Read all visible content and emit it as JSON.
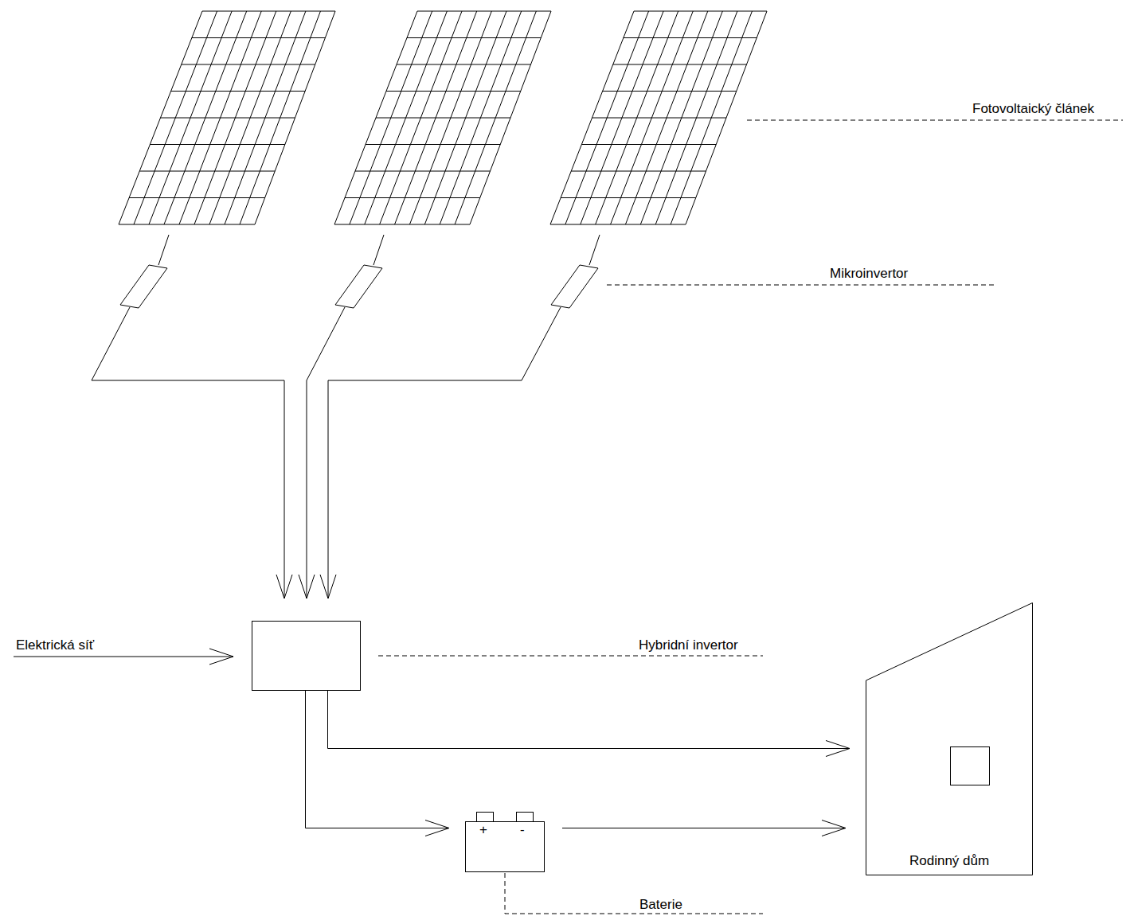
{
  "diagram": {
    "nodes": [
      {
        "text": [
          "Hybridní invertor"
        ]
      },
      {
        "text": [
          "+",
          "-",
          "Baterie"
        ]
      },
      {
        "text": [
          "Rodinný dům"
        ]
      }
    ],
    "edges": [
      {
        "from": 0,
        "to": 2,
        "arrow": "to"
      },
      {
        "from": 0,
        "to": 1,
        "arrow": "to"
      },
      {
        "from": 1,
        "to": 2,
        "arrow": "to"
      }
    ],
    "labels": [
      "Fotovoltaický článek",
      "Mikroinvertor",
      "Elektrická síť"
    ]
  }
}
